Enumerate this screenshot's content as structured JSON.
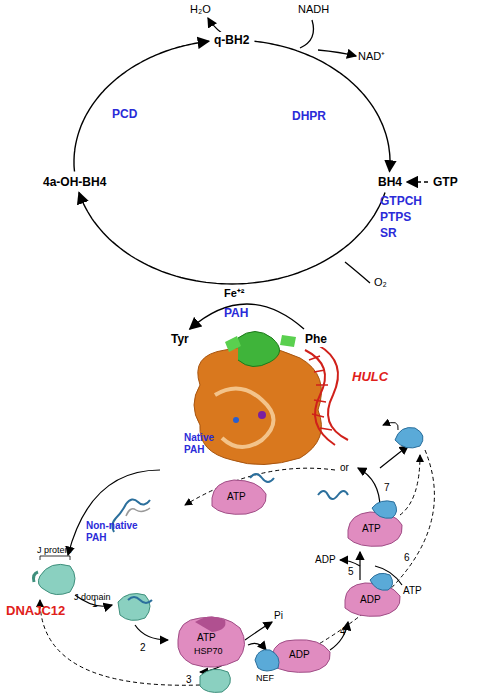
{
  "diagram": {
    "nodes": [
      {
        "text": [
          "q-BH2"
        ]
      },
      {
        "text": [
          "4a-OH-BH4"
        ]
      },
      {
        "text": [
          "BH4"
        ]
      },
      {
        "text": [
          "GTP"
        ]
      },
      {
        "text": [
          "Tyr"
        ]
      },
      {
        "text": [
          "Phe"
        ]
      }
    ],
    "edges": [
      {
        "from": 1,
        "to": 0,
        "arrow": "to"
      },
      {
        "from": 0,
        "to": 2,
        "arrow": "to"
      },
      {
        "from": 2,
        "to": 1,
        "arrow": "to"
      },
      {
        "from": 3,
        "to": 2,
        "arrow": "to"
      },
      {
        "from": 5,
        "to": 4,
        "arrow": "to"
      }
    ],
    "labels": [
      "H₂O",
      "NADH",
      "NAD⁺",
      "PCD",
      "DHPR",
      "GTPCH",
      "PTPS",
      "SR",
      "O₂",
      "Fe⁺²",
      "PAH",
      "HULC",
      "Native PAH",
      "Non-native PAH",
      "or",
      "J protein",
      "J domain",
      "DNAJC12",
      "1",
      "2",
      "3",
      "4",
      "5",
      "6",
      "7",
      "ATP",
      "HSP70",
      "Pi",
      "ADP",
      "NEF",
      "ADP",
      "ADP",
      "ATP",
      "ATP",
      "ATP"
    ]
  }
}
